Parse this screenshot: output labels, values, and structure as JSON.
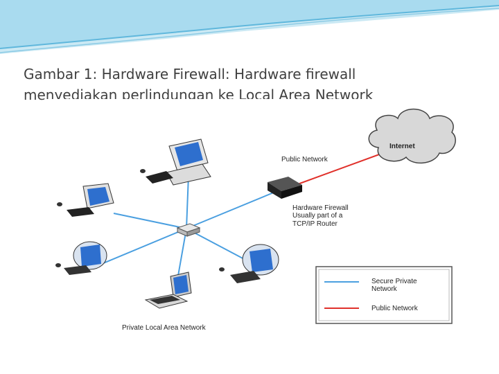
{
  "slide": {
    "caption_line1": "Gambar 1: Hardware Firewall: Hardware firewall",
    "caption_line2": "menyediakan perlindungan ke Local Area Network"
  },
  "diagram": {
    "internet_label": "Internet",
    "public_network_label": "Public Network",
    "firewall_label_lines": [
      "Hardware Firewall",
      "Usually part of a",
      "TCP/IP Router"
    ],
    "lan_label": "Private Local Area Network",
    "legend": {
      "secure_label_lines": [
        "Secure Private",
        "Network"
      ],
      "public_label": "Public Network"
    },
    "colors": {
      "secure_link": "#4a9fe0",
      "public_link": "#e0302a",
      "banner": "#bfe4f2"
    }
  }
}
